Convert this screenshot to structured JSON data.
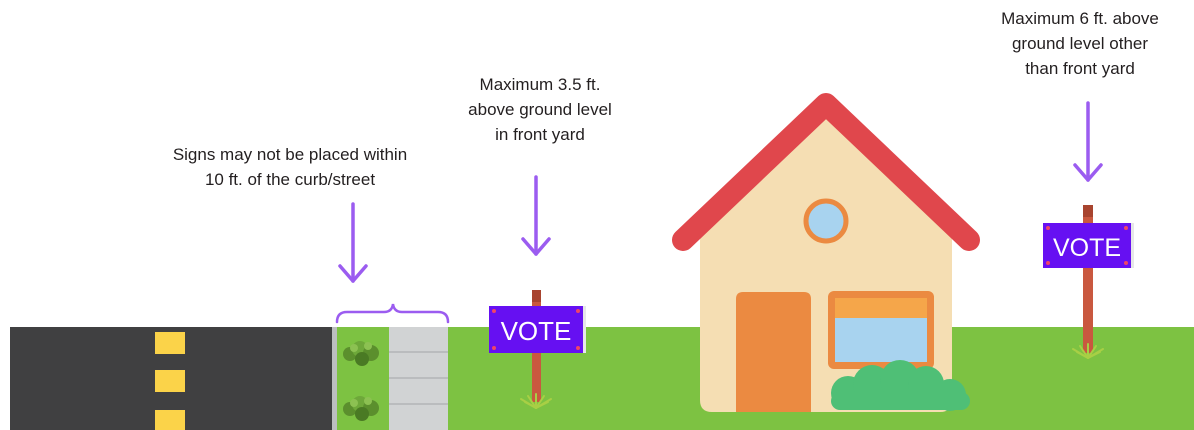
{
  "captions": {
    "curb": {
      "line1": "Signs may not be placed within",
      "line2": "10 ft. of the curb/street"
    },
    "front_yard": {
      "line1": "Maximum 3.5 ft.",
      "line2": "above ground level",
      "line3": "in front yard"
    },
    "other_yard": {
      "line1": "Maximum 6 ft.  above",
      "line2": "ground level other",
      "line3": "than front yard"
    }
  },
  "signs": {
    "front_sign_text": "VOTE",
    "back_sign_text": "VOTE"
  },
  "colors": {
    "grass": "#7dc242",
    "road": "#404041",
    "lane_marking": "#fbd349",
    "sidewalk": "#d1d3d4",
    "arrow": "#9b5cf0",
    "sign": "#6610f2",
    "sign_post": "#c9583f",
    "roof": "#e0474c",
    "house_wall": "#f5deb3",
    "door": "#eb8a41",
    "window_glass": "#a8d3ef",
    "bush": "#4fbf76"
  },
  "icons": [
    "down-arrow-icon",
    "curly-brace-icon",
    "shrub-icon",
    "grass-tuft-icon",
    "house-icon",
    "vote-sign-icon"
  ]
}
